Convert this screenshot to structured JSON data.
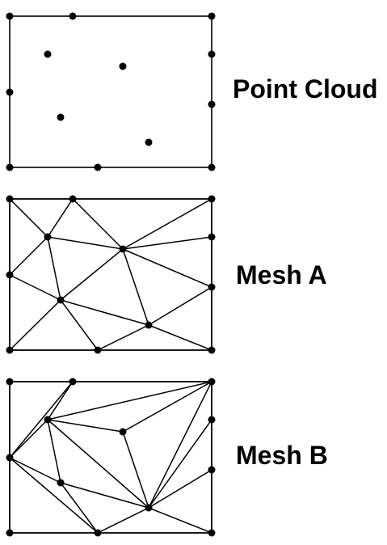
{
  "panels": [
    {
      "id": "point-cloud",
      "label": "Point Cloud",
      "edges": []
    },
    {
      "id": "mesh-a",
      "label": "Mesh A",
      "edges": [
        [
          "TL",
          "TM"
        ],
        [
          "TM",
          "TR"
        ],
        [
          "TR",
          "RU"
        ],
        [
          "RU",
          "RL"
        ],
        [
          "RL",
          "BR"
        ],
        [
          "BR",
          "BM"
        ],
        [
          "BM",
          "BL"
        ],
        [
          "BL",
          "LM"
        ],
        [
          "LM",
          "TL"
        ],
        [
          "TL",
          "P1"
        ],
        [
          "TM",
          "P1"
        ],
        [
          "LM",
          "P1"
        ],
        [
          "P1",
          "P2"
        ],
        [
          "TM",
          "P2"
        ],
        [
          "TR",
          "P2"
        ],
        [
          "RU",
          "P2"
        ],
        [
          "P1",
          "P3"
        ],
        [
          "LM",
          "P3"
        ],
        [
          "BL",
          "P3"
        ],
        [
          "BM",
          "P3"
        ],
        [
          "P2",
          "P3"
        ],
        [
          "P3",
          "P4"
        ],
        [
          "BM",
          "P4"
        ],
        [
          "P2",
          "P4"
        ],
        [
          "P2",
          "RL"
        ],
        [
          "P4",
          "RL"
        ],
        [
          "P4",
          "BR"
        ]
      ]
    },
    {
      "id": "mesh-b",
      "label": "Mesh B",
      "edges": [
        [
          "TL",
          "TM"
        ],
        [
          "TM",
          "TR"
        ],
        [
          "TR",
          "RU"
        ],
        [
          "RU",
          "RL"
        ],
        [
          "RL",
          "BR"
        ],
        [
          "BR",
          "BM"
        ],
        [
          "BM",
          "BL"
        ],
        [
          "BL",
          "LM"
        ],
        [
          "LM",
          "TL"
        ],
        [
          "LM",
          "TM"
        ],
        [
          "LM",
          "P1"
        ],
        [
          "LM",
          "P3"
        ],
        [
          "LM",
          "BM"
        ],
        [
          "P1",
          "TM"
        ],
        [
          "P1",
          "TR"
        ],
        [
          "P1",
          "P2"
        ],
        [
          "P2",
          "TR"
        ],
        [
          "P1",
          "P3"
        ],
        [
          "P1",
          "P4"
        ],
        [
          "P2",
          "P4"
        ],
        [
          "P3",
          "P4"
        ],
        [
          "P3",
          "BM"
        ],
        [
          "P4",
          "BM"
        ],
        [
          "P4",
          "TR"
        ],
        [
          "P4",
          "RU"
        ],
        [
          "P4",
          "RL"
        ],
        [
          "P4",
          "BR"
        ]
      ]
    }
  ]
}
